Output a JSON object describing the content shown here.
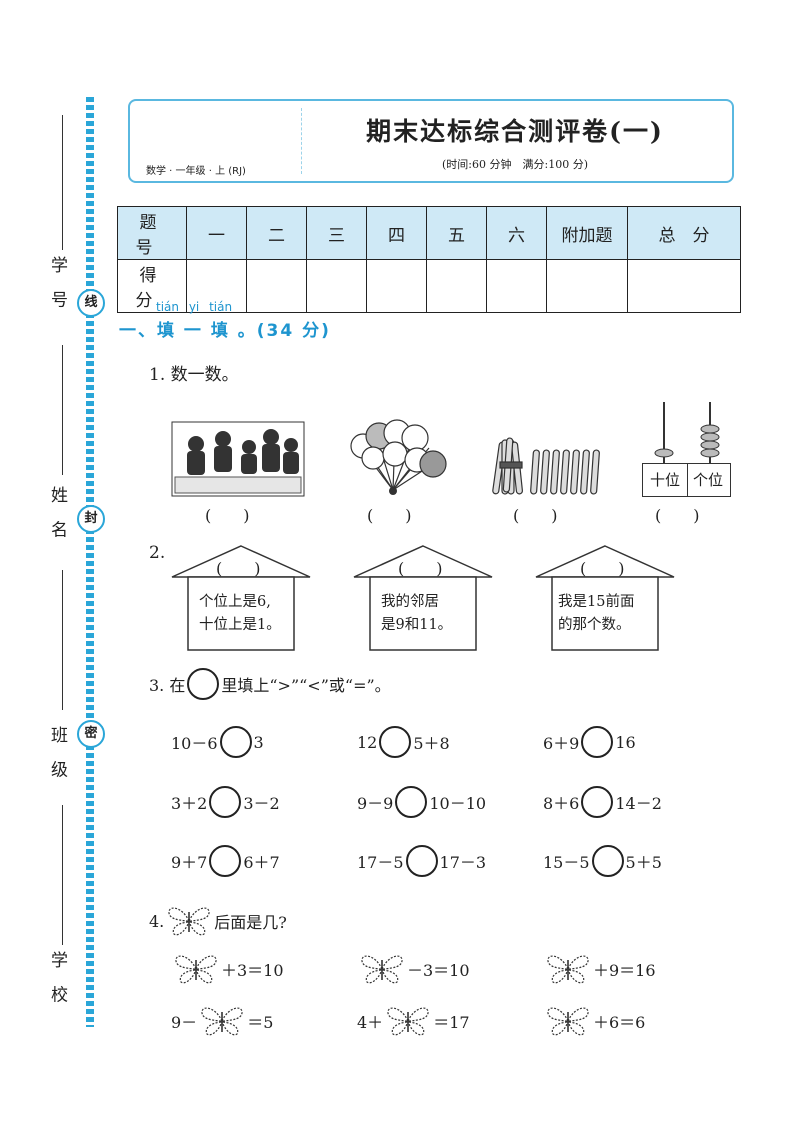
{
  "header": {
    "subject": "数学 · 一年级 · 上 (RJ)",
    "title": "期末达标综合测评卷(一)",
    "subtitle": "(时间:60 分钟　满分:100 分)"
  },
  "side": {
    "labels": [
      "学 号",
      "姓 名",
      "班 级",
      "学 校"
    ],
    "seals": [
      "线",
      "封",
      "密"
    ]
  },
  "score_table": {
    "row1_label": "题 号",
    "columns": [
      "一",
      "二",
      "三",
      "四",
      "五",
      "六",
      "附加题",
      "总　分"
    ],
    "row2_label": "得 分"
  },
  "section1": {
    "pinyin": "tián yi tián",
    "title": "一、填 一 填 。(34 分)"
  },
  "q1": {
    "label": "1. 数一数。",
    "abacus_tens": "十位",
    "abacus_ones": "个位",
    "paren": "(　　)"
  },
  "q2": {
    "label": "2.",
    "roof_paren": "(　　)",
    "houses": [
      {
        "line1": "个位上是6,",
        "line2": "十位上是1。"
      },
      {
        "line1": "我的邻居",
        "line2": "是9和11。"
      },
      {
        "line1": "我是15前面",
        "line2": "的那个数。"
      }
    ]
  },
  "q3": {
    "prefix": "3. 在",
    "suffix": "里填上“>”“<”或“=”。",
    "rows": [
      [
        [
          "10－6",
          "3"
        ],
        [
          "12",
          "5＋8"
        ],
        [
          "6＋9",
          "16"
        ]
      ],
      [
        [
          "3＋2",
          "3－2"
        ],
        [
          "9－9",
          "10－10"
        ],
        [
          "8＋6",
          "14－2"
        ]
      ],
      [
        [
          "9＋7",
          "6＋7"
        ],
        [
          "17－5",
          "17－3"
        ],
        [
          "15－5",
          "5＋5"
        ]
      ]
    ]
  },
  "q4": {
    "prefix": "4.",
    "suffix": "后面是几?",
    "rows": [
      [
        [
          "",
          "＋3＝10"
        ],
        [
          "",
          "－3＝10"
        ],
        [
          "",
          "＋9＝16"
        ]
      ],
      [
        [
          "9－",
          "＝5"
        ],
        [
          "4＋",
          "＝17"
        ],
        [
          "",
          "＋6＝6"
        ]
      ]
    ]
  }
}
